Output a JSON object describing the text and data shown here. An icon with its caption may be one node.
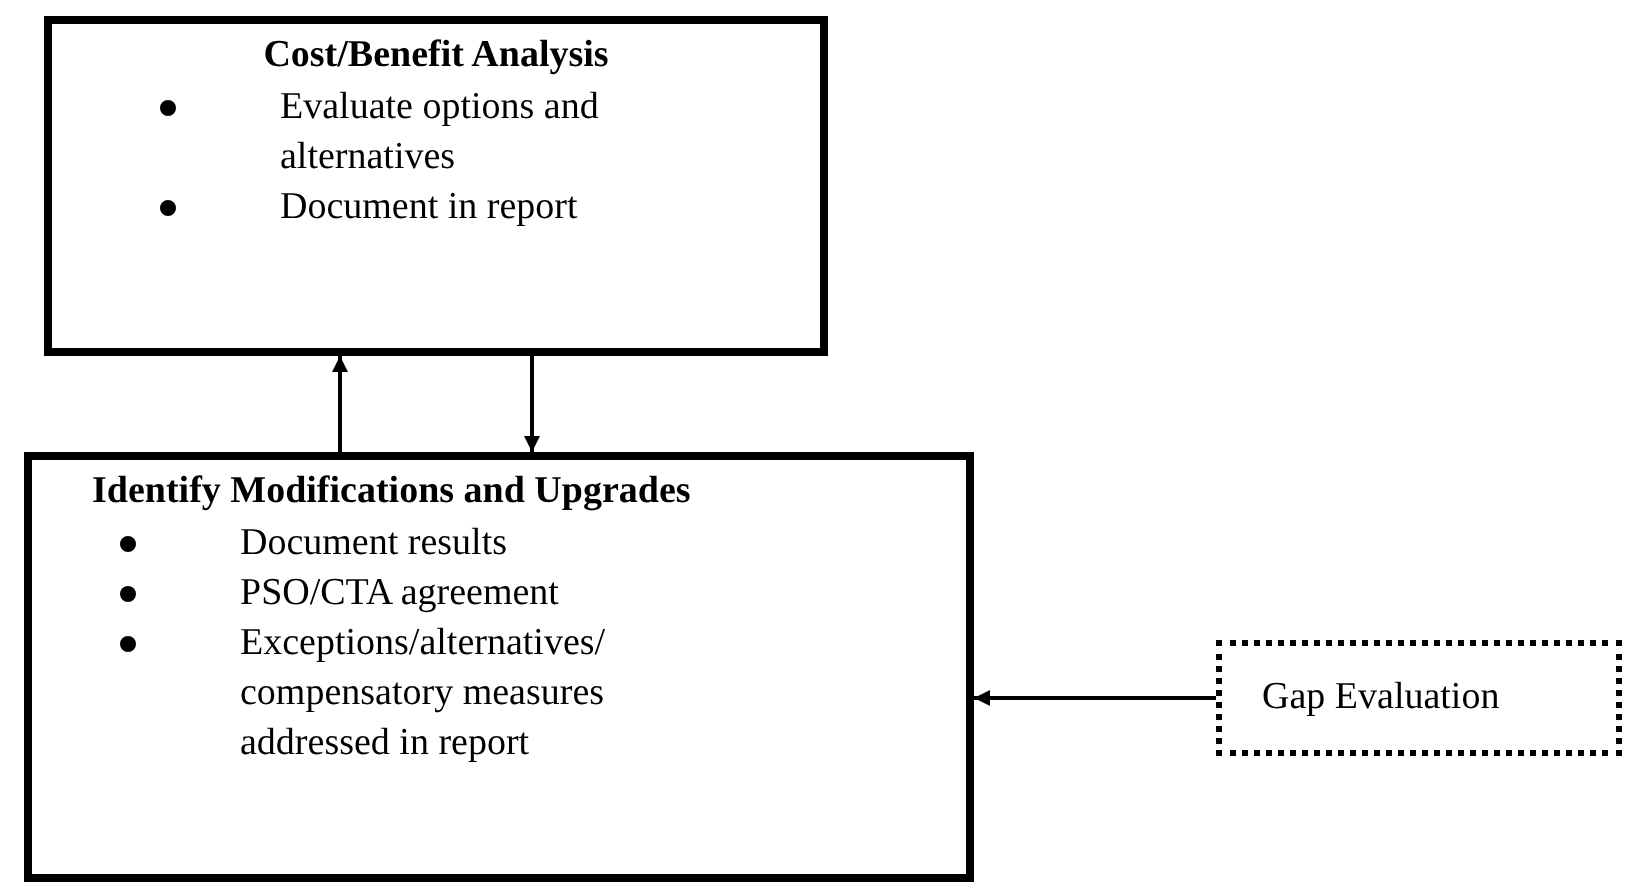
{
  "diagram": {
    "nodes": [
      {
        "text": [
          "Cost/Benefit Analysis",
          "Evaluate options and alternatives",
          "Document in report"
        ]
      },
      {
        "text": [
          "Identify Modifications and Upgrades",
          "Document results",
          "PSO/CTA agreement",
          "Exceptions/alternatives/ compensatory measures addressed in report"
        ]
      },
      {
        "text": [
          "Gap Evaluation"
        ]
      }
    ],
    "edges": [
      {
        "from": 1,
        "to": 0,
        "arrow": "to"
      },
      {
        "from": 0,
        "to": 1,
        "arrow": "to"
      },
      {
        "from": 2,
        "to": 1,
        "arrow": "to"
      }
    ]
  }
}
